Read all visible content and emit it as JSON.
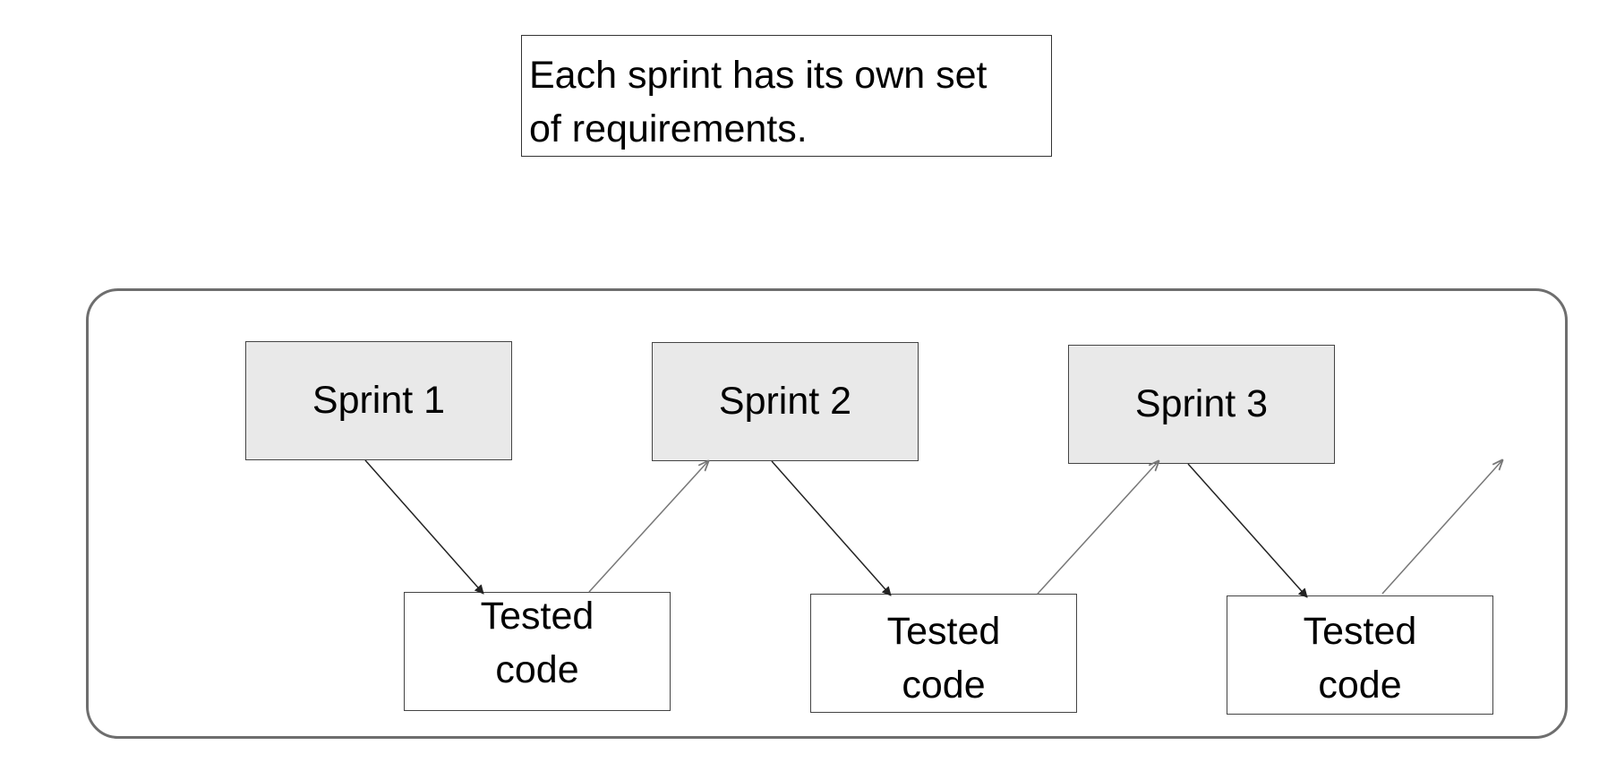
{
  "caption": {
    "line1": "Each sprint has its own set",
    "line2": "of requirements."
  },
  "sprints": [
    {
      "label": "Sprint 1"
    },
    {
      "label": "Sprint 2"
    },
    {
      "label": "Sprint 3"
    }
  ],
  "outputs": [
    {
      "line1": "Tested",
      "line2": "code"
    },
    {
      "line1": "Tested",
      "line2": "code"
    },
    {
      "line1": "Tested",
      "line2": "code"
    }
  ],
  "colors": {
    "sprint_fill": "#e9e9e9",
    "frame_stroke": "#6e6e6e",
    "arrow_down": "#222222",
    "arrow_up": "#777777"
  }
}
